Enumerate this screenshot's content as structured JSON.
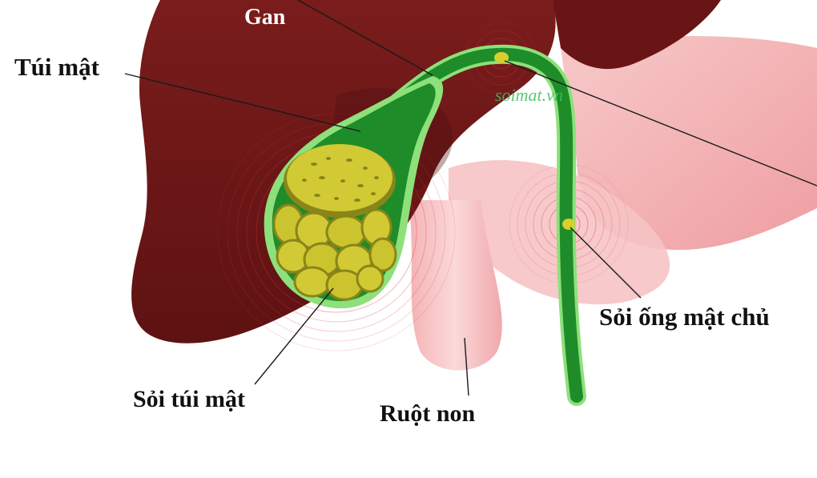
{
  "labels": {
    "liver": "Gan",
    "gallbladder": "Túi mật",
    "common_bile_duct_stone": "Sỏi ống mật chủ",
    "gallbladder_stones": "Sỏi túi mật",
    "small_intestine": "Ruột non"
  },
  "watermark": "soimat.vn",
  "colors": {
    "liver": "#6e1717",
    "liver_dark": "#4a0d0d",
    "duct_fill": "#1f8c2a",
    "duct_outline": "#8ee07a",
    "stone": "#c9c22a",
    "stone_shadow": "#8a8518",
    "intestine": "#f3b7b9",
    "ripple": "#d9363a"
  }
}
